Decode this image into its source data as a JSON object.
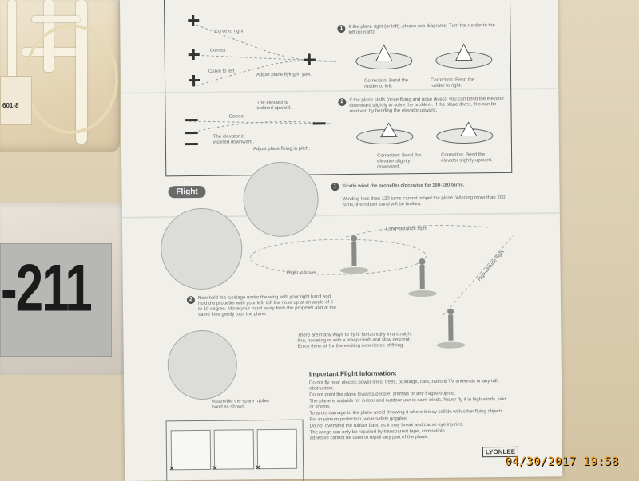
{
  "sheet": {
    "adjust_section": {
      "curve_right": "Curve to right",
      "correct": "Correct",
      "curve_left": "Curve to left",
      "adjust_yaw": "Adjust plane flying in yaw.",
      "step1_text": "If the plane right (or left), please see diagrams. Turn the rudder to the left (or right).",
      "correction_left": "Correction: Bend the rudder to left.",
      "correction_right": "Correction: Bend the rudder to right.",
      "elevator_up": "The elevator is inclined upward.",
      "correct_pitch": "Correct",
      "elevator_down": "The elevator is inclined downward.",
      "adjust_pitch": "Adjust plane flying in pitch.",
      "step2_text": "If the plane stalls (nose flying and nose dives), you can bend the elevator downward slightly to solve the problem. If the plane dives, this can be resolved by bending the elevator upward.",
      "correction_down": "Correction: Bend the elevator slightly downward.",
      "correction_up": "Correction: Bend the elevator slightly upward."
    },
    "flight_section": {
      "title": "Flight",
      "step1": "Firstly wind the propeller clockwise for 160-180 turns.",
      "step1_note": "Winding less than 120 turns cannot propel the plane. Winding more than 200 turns, the rubber band will be broken.",
      "long_distance": "Long-distance flight",
      "flight_hover": "Flight in hover",
      "high_altitude": "High-altitude flight",
      "step2": "Now hold the fuselage under the wing with your right hand and hold the propeller with your left. Lift the nose up at an angle of 5 to 10 degree. Move your hand away from the propeller and at the same time gently toss the plane.",
      "ways_text": "There are many ways to fly it: horizontally in a straight line, hovering or with a steep climb and slow descent. Enjoy them all for the exciting experience of flying.",
      "spare_band": "Assemble the spare rubber band as shown."
    },
    "important": {
      "title": "Important Flight Information:",
      "items": [
        "Do not fly near electric power lines, trees, buildings, cars, radio & TV antennas or any tall obstruction.",
        "Do not point the plane towards people, animals or any fragile objects.",
        "The plane is suitable for indoor and outdoor use in calm winds. Never fly it in high winds, rain or storms.",
        "To avoid damage to the plane avoid throwing it where it may collide with other flying objects.",
        "For maximum protection, wear safety goggles.",
        "Do not overwind the rubber band as it may break and cause eye injuries.",
        "The wings can only be repaired by transparent tape, compatible adhesive cannot be used to repair any part of the plane."
      ]
    },
    "logo": "LYONLEE"
  },
  "decal": {
    "text": "-211"
  },
  "tag": {
    "code": "601-8"
  },
  "timestamp": "04/30/2017  19:58"
}
